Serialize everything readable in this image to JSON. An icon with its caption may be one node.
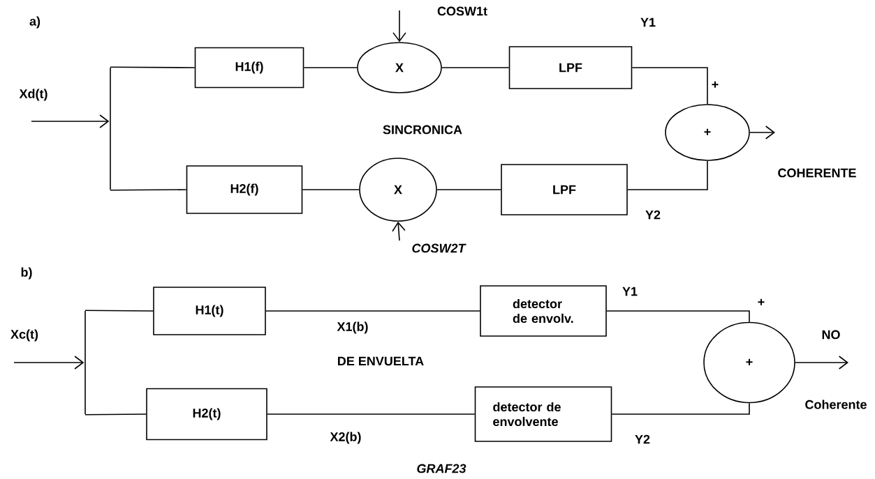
{
  "diagram": {
    "nodes": [
      {
        "text": [],
        "shape": "bar"
      },
      {
        "text": [
          "H1(f)"
        ]
      },
      {
        "text": [
          "X"
        ]
      },
      {
        "text": [
          "LPF"
        ]
      },
      {
        "text": [
          "H2(f)"
        ]
      },
      {
        "text": [
          "X"
        ]
      },
      {
        "text": [
          "LPF"
        ]
      },
      {
        "text": [
          "+"
        ]
      },
      {
        "text": [],
        "shape": "bar"
      },
      {
        "text": [
          "H1(t)"
        ]
      },
      {
        "text": [
          "detector de envolv."
        ]
      },
      {
        "text": [
          "H2(t)"
        ]
      },
      {
        "text": [
          "detector de envolvente"
        ]
      },
      {
        "text": [
          "+"
        ]
      }
    ],
    "edges": [
      {
        "from": null,
        "to": 0,
        "arrow": "to"
      },
      {
        "from": 0,
        "to": 1,
        "arrow": "none"
      },
      {
        "from": 0,
        "to": 4,
        "arrow": "none"
      },
      {
        "from": 1,
        "to": 2,
        "arrow": "none"
      },
      {
        "from": null,
        "to": 2,
        "arrow": "to",
        "label": "COSW1t"
      },
      {
        "from": 2,
        "to": 3,
        "arrow": "none"
      },
      {
        "from": 3,
        "to": 7,
        "arrow": "none"
      },
      {
        "from": 4,
        "to": 5,
        "arrow": "none"
      },
      {
        "from": null,
        "to": 5,
        "arrow": "to",
        "label": "COSW2T"
      },
      {
        "from": 5,
        "to": 6,
        "arrow": "none"
      },
      {
        "from": 6,
        "to": 7,
        "arrow": "none"
      },
      {
        "from": 7,
        "to": null,
        "arrow": "to"
      },
      {
        "from": null,
        "to": 8,
        "arrow": "to"
      },
      {
        "from": 8,
        "to": 9,
        "arrow": "none"
      },
      {
        "from": 8,
        "to": 11,
        "arrow": "none"
      },
      {
        "from": 9,
        "to": 10,
        "arrow": "none",
        "label": "X1(b)"
      },
      {
        "from": 10,
        "to": 13,
        "arrow": "none"
      },
      {
        "from": 11,
        "to": 12,
        "arrow": "none",
        "label": "X2(b)"
      },
      {
        "from": 12,
        "to": 13,
        "arrow": "none"
      },
      {
        "from": 13,
        "to": null,
        "arrow": "to"
      }
    ],
    "labels": [
      "a)",
      "Xd(t)",
      "Y1",
      "+",
      "SINCRONICA",
      "COHERENTE",
      "Y2",
      "b)",
      "Y1",
      "+",
      "Xc(t)",
      "NO",
      "DE ENVUELTA",
      "Coherente",
      "Y2",
      "GRAF23"
    ]
  }
}
